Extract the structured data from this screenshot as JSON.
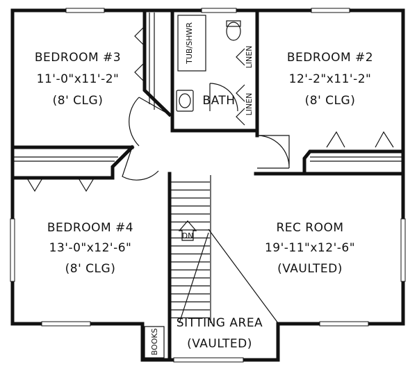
{
  "rooms": {
    "bedroom3": {
      "name": "BEDROOM #3",
      "size": "11'-0\"x11'-2\"",
      "note": "(8' CLG)"
    },
    "bedroom2": {
      "name": "BEDROOM #2",
      "size": "12'-2\"x11'-2\"",
      "note": "(8' CLG)"
    },
    "bedroom4": {
      "name": "BEDROOM #4",
      "size": "13'-0\"x12'-6\"",
      "note": "(8' CLG)"
    },
    "rec_room": {
      "name": "REC ROOM",
      "size": "19'-11\"x12'-6\"",
      "note": "(VAULTED)"
    },
    "sitting_area": {
      "name": "SITTING AREA",
      "note": "(VAULTED)"
    },
    "bath": {
      "name": "BATH"
    }
  },
  "fixtures": {
    "tub_shower": "TUB/SHWR",
    "linen_upper": "LINEN",
    "linen_lower": "LINEN",
    "books": "BOOKS",
    "stair_down": "DN"
  }
}
